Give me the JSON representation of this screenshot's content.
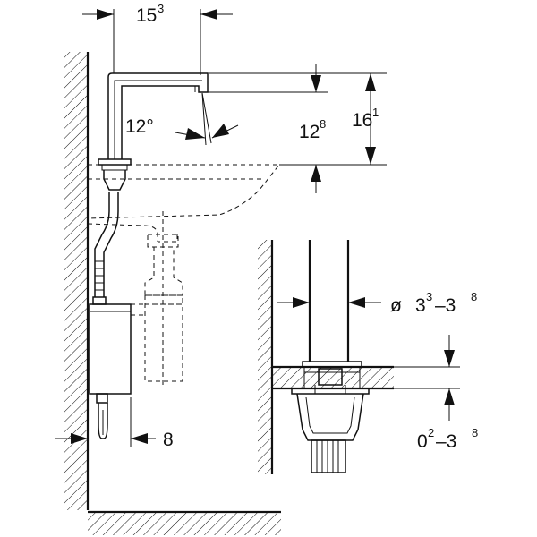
{
  "dimensions": {
    "spout_reach": {
      "main": "15",
      "sup": "3"
    },
    "spout_angle": {
      "main": "12°"
    },
    "spout_height": {
      "main": "12",
      "sup": "8"
    },
    "total_height": {
      "main": "16",
      "sup": "1"
    },
    "wall_clearance": {
      "main": "8"
    },
    "hole_diameter": {
      "prefix": "ø ",
      "main": "3",
      "sup": "3",
      "suffix": "–3",
      "sup2": "8"
    },
    "countertop_thickness": {
      "main": "0",
      "sup": "2",
      "suffix": "–3",
      "sup2": "8"
    }
  }
}
